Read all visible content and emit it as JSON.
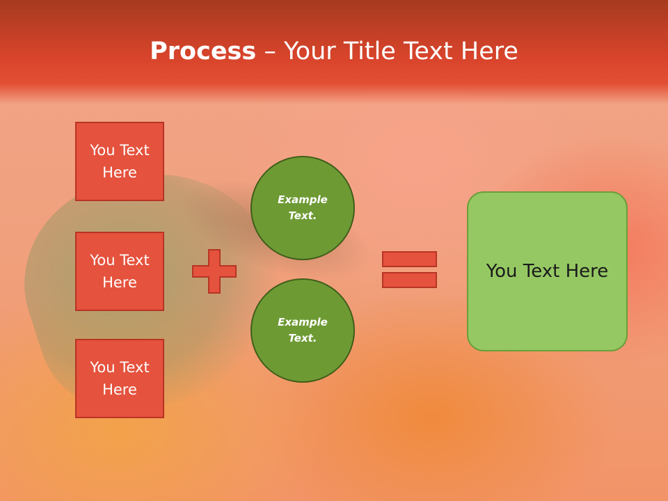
{
  "slide": {
    "title_bold": "Process",
    "title_dash": " – ",
    "title_rest": "Your Title Text Here"
  },
  "inputs": [
    {
      "text": "You Text Here"
    },
    {
      "text": "You Text Here"
    },
    {
      "text": "You Text Here"
    }
  ],
  "circles": [
    {
      "text": "Example Text."
    },
    {
      "text": "Example Text."
    }
  ],
  "result": {
    "text": "You Text Here"
  },
  "colors": {
    "header": "#d8442b",
    "box_fill": "#e5523d",
    "circle_fill": "#6e9a34",
    "result_fill": "#95c863"
  }
}
